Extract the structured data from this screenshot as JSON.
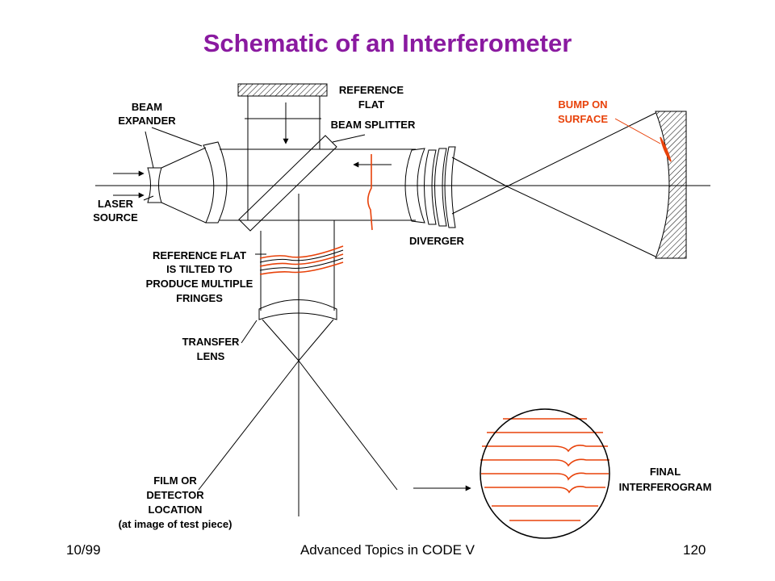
{
  "title": "Schematic of an Interferometer",
  "labels": {
    "beam_expander": [
      "BEAM",
      "EXPANDER"
    ],
    "laser_source": [
      "LASER",
      "SOURCE"
    ],
    "reference_flat": [
      "REFERENCE",
      "FLAT"
    ],
    "beam_splitter": "BEAM SPLITTER",
    "bump_on_surface": [
      "BUMP ON",
      "SURFACE"
    ],
    "diverger": "DIVERGER",
    "reference_flat_tilted": [
      "REFERENCE FLAT",
      "IS TILTED TO",
      "PRODUCE MULTIPLE",
      "FRINGES"
    ],
    "transfer_lens": [
      "TRANSFER",
      "LENS"
    ],
    "film_detector": [
      "FILM OR",
      "DETECTOR",
      "LOCATION",
      "(at image of test piece)"
    ],
    "final_interferogram": [
      "FINAL",
      "INTERFEROGRAM"
    ]
  },
  "footer": {
    "date": "10/99",
    "course": "Advanced Topics in CODE V",
    "page": "120"
  },
  "colors": {
    "title": "#8a1aa0",
    "highlight": "#e8420a",
    "line": "#000000"
  }
}
